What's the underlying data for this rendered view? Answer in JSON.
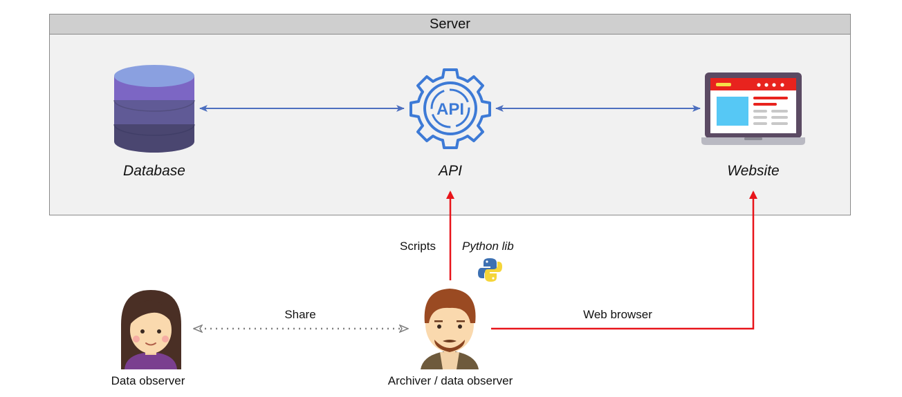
{
  "server": {
    "title": "Server"
  },
  "nodes": {
    "database": {
      "label": "Database"
    },
    "api": {
      "label": "API",
      "icon_text": "API"
    },
    "website": {
      "label": "Website"
    }
  },
  "edges": {
    "scripts": "Scripts",
    "python_lib": "Python lib",
    "share": "Share",
    "web_browser": "Web browser"
  },
  "actors": {
    "data_observer": "Data observer",
    "archiver": "Archiver / data observer"
  },
  "colors": {
    "blue_arrow": "#4d6fbf",
    "red_arrow": "#e8141a",
    "gray_arrow": "#7f7f7f",
    "api_blue": "#3d7ad6",
    "db_top": "#8aa0e0",
    "db_purple": "#7c66c4",
    "db_dark": "#4a4670"
  },
  "icons": [
    "database-icon",
    "api-gear-icon",
    "website-laptop-icon",
    "python-logo-icon",
    "woman-avatar-icon",
    "man-avatar-icon"
  ]
}
